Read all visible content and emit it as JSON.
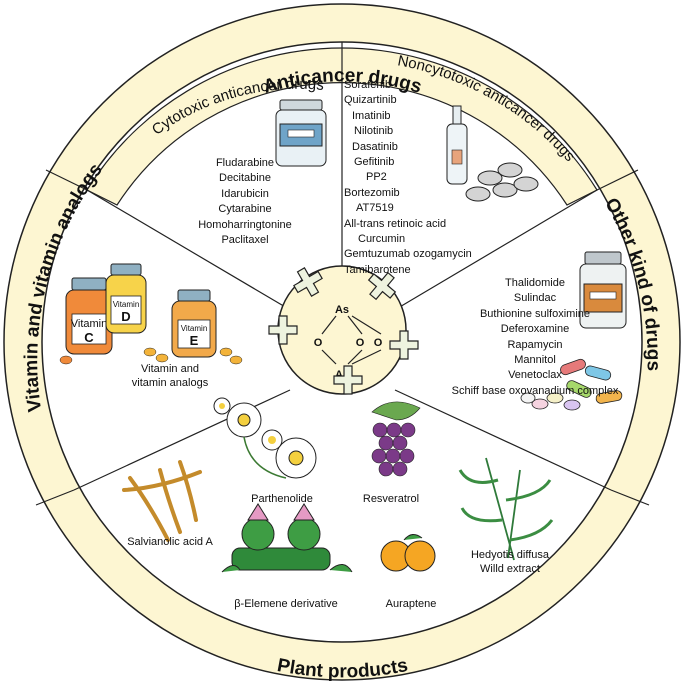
{
  "outer_ring": {
    "top": "Anticancer drugs",
    "left": "Vitamin and vitamin analogs",
    "right": "Other kind of drugs",
    "bottom": "Plant products"
  },
  "cytotoxic": {
    "title": "Cytotoxic anticancer drugs",
    "items": [
      "Fludarabine",
      "Decitabine",
      "Idarubicin",
      "Cytarabine",
      "Homoharringtonine",
      "Paclitaxel"
    ]
  },
  "noncytotoxic": {
    "title": "Noncytotoxic anticancer drugs",
    "items": [
      "Sorafenib",
      "Quizartinib",
      "Imatinib",
      "Nilotinib",
      "Dasatinib",
      "Gefitinib",
      "PP2",
      "Bortezomib",
      "AT7519",
      "All-trans retinoic acid",
      "Curcumin",
      "Gemtuzumab ozogamycin",
      "Tamibarotene"
    ]
  },
  "other_drugs": {
    "items": [
      "Thalidomide",
      "Sulindac",
      "Buthionine sulfoximine",
      "Deferoxamine",
      "Rapamycin",
      "Mannitol",
      "Venetoclax",
      "Schiff base oxovanadium complex"
    ]
  },
  "vitamins": {
    "caption_line1": "Vitamin and",
    "caption_line2": "vitamin analogs",
    "bottle_c_label": "Vitamin",
    "bottle_c_letter": "C",
    "bottle_d_label": "Vitamin",
    "bottle_d_letter": "D",
    "bottle_e_label": "Vitamin",
    "bottle_e_letter": "E"
  },
  "plants": {
    "parthenolide": "Parthenolide",
    "resveratrol": "Resveratrol",
    "salvianolic": "Salvianolic acid A",
    "elemene": "β-Elemene derivative",
    "auraptene": "Auraptene",
    "hedyotis_line1": "Hedyotis diffusa",
    "hedyotis_line2": "Willd extract"
  },
  "center": {
    "atom_as_top": "As",
    "atom_as_bottom": "As",
    "atom_o_left": "O",
    "atom_o_mid1": "O",
    "atom_o_mid2": "O"
  },
  "colors": {
    "outer_ring": "#fdf6d2",
    "inner_band": "#fdf6d2",
    "center": "#fdf6d2",
    "plus_fill": "#eef3df",
    "stroke": "#222222"
  }
}
